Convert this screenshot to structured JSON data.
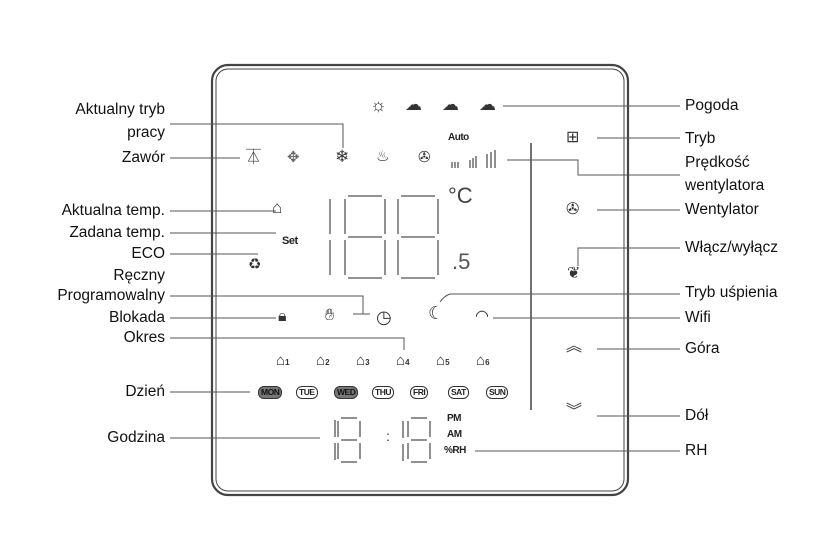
{
  "left_labels": {
    "current_mode_1": "Aktualny tryb",
    "current_mode_2": "pracy",
    "valve": "Zawór",
    "current_temp": "Aktualna temp.",
    "set_temp": "Zadana temp.",
    "eco": "ECO",
    "manual": "Ręczny",
    "programmable": "Programowalny",
    "lock": "Blokada",
    "period": "Okres",
    "day": "Dzień",
    "clock": "Godzina"
  },
  "right_labels": {
    "weather": "Pogoda",
    "mode": "Tryb",
    "fan_speed_1": "Prędkość",
    "fan_speed_2": "wentylatora",
    "fan": "Wentylator",
    "power": "Włącz/wyłącz",
    "sleep": "Tryb uśpienia",
    "wifi": "Wifi",
    "up": "Góra",
    "down": "Dół",
    "rh": "RH"
  },
  "display": {
    "auto": "Auto",
    "unit": "°C",
    "set": "Set",
    "decimal": ".5",
    "pm": "PM",
    "am": "AM",
    "rh": "%RH",
    "colon": ":",
    "days": [
      "MON",
      "TUE",
      "WED",
      "THU",
      "FRI",
      "SAT",
      "SUN"
    ],
    "periods": [
      "1",
      "2",
      "3",
      "4",
      "5",
      "6"
    ]
  },
  "icons": {
    "weather": [
      "sun-icon",
      "cloud-icon",
      "rain-icon",
      "snow-icon"
    ],
    "modes": [
      "valve-icon",
      "fan-swirl-icon",
      "snowflake-icon",
      "flame-icon",
      "fan-icon"
    ]
  }
}
